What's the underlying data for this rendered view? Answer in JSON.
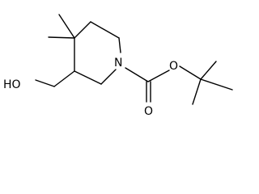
{
  "molecule": {
    "atoms": {
      "hydroxyl": "HO",
      "ring_nitrogen": "N",
      "carbonyl_oxygen": "O",
      "ester_oxygen": "O"
    },
    "colors": {
      "bond": "#000000",
      "text": "#000000",
      "background": "#ffffff"
    }
  }
}
